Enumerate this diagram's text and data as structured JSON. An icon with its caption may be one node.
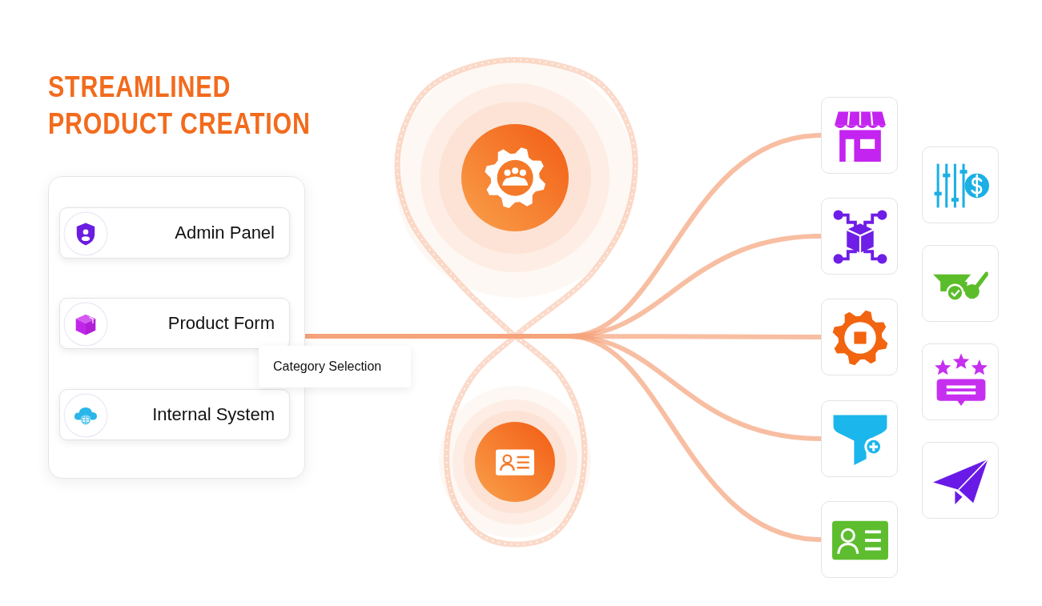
{
  "diagram": {
    "title": "STREAMLINED PRODUCT CREATION",
    "nodes": [
      {
        "text": [],
        "shape": "box"
      },
      {
        "text": [
          "Admin Panel"
        ],
        "in": 0
      },
      {
        "text": [
          "Product Form"
        ],
        "in": 0
      },
      {
        "text": [
          "Internal System"
        ],
        "in": 0
      },
      {
        "text": [
          "Category Selection"
        ]
      },
      {
        "text": [],
        "shape": "circle"
      },
      {
        "text": [],
        "shape": "circle"
      },
      {
        "text": [],
        "shape": "box"
      },
      {
        "text": [],
        "shape": "box"
      },
      {
        "text": [],
        "shape": "box"
      },
      {
        "text": [],
        "shape": "box"
      },
      {
        "text": [],
        "shape": "box"
      },
      {
        "text": [],
        "shape": "box"
      },
      {
        "text": [],
        "shape": "box"
      },
      {
        "text": [],
        "shape": "box"
      },
      {
        "text": [],
        "shape": "box"
      }
    ],
    "edges": [
      {
        "from": 2,
        "to": 7,
        "arrow": "none"
      },
      {
        "from": 2,
        "to": 8,
        "arrow": "none"
      },
      {
        "from": 2,
        "to": 9,
        "arrow": "none"
      },
      {
        "from": 2,
        "to": 10,
        "arrow": "none"
      },
      {
        "from": 2,
        "to": 11,
        "arrow": "none"
      }
    ]
  }
}
